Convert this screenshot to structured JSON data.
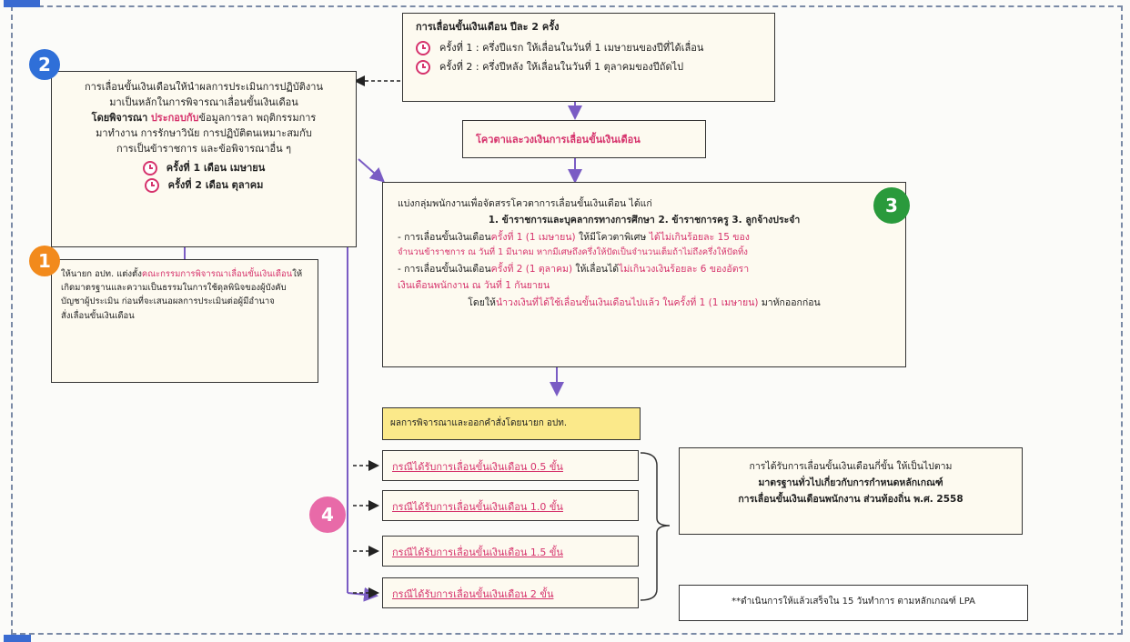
{
  "top_box": {
    "title": "การเลื่อนขั้นเงินเดือน ปีละ 2 ครั้ง",
    "line1": "ครั้งที่ 1 : ครึ่งปีแรก ให้เลื่อนในวันที่ 1 เมษายนของปีที่ได้เลื่อน",
    "line2": "ครั้งที่ 2 : ครึ่งปีหลัง ให้เลื่อนในวันที่ 1 ตุลาคมของปีถัดไป"
  },
  "quota_box": "โควตาและวงเงินการเลื่อนขั้นเงินเดือน",
  "box2": {
    "line1": "การเลื่อนขั้นเงินเดือนให้นำผลการประเมินการปฏิบัติงาน",
    "line2": "มาเป็นหลักในการพิจารณาเลื่อนขั้นเงินเดือน",
    "l3_bold": "โดยพิจารณา",
    "l3_red": "ประกอบกับ",
    "l3_rest": "ข้อมูลการลา พฤติกรรมการ",
    "line4": "มาทำงาน การรักษาวินัย การปฏิบัติตนเหมาะสมกับ",
    "line5": "การเป็นข้าราชการ และข้อพิจารณาอื่น ๆ",
    "round1": "ครั้งที่ 1 เดือน เมษายน",
    "round2": "ครั้งที่ 2 เดือน ตุลาคม"
  },
  "box1": {
    "p1": "ให้นายก อปท. แต่งตั้ง",
    "p1_red": "คณะกรรมการพิจารณาเลื่อนขั้นเงินเดือน",
    "p2": "ให้เกิดมาตรฐานและความเป็นธรรมในการใช้ดุลพินิจของผู้บังคับบัญชาผู้ประเมิน ก่อนที่จะเสนอผลการประเมินต่อผู้มีอำนาจ",
    "p3": "สั่งเลื่อนขั้นเงินเดือน"
  },
  "box3": {
    "intro": "แบ่งกลุ่มพนักงานเพื่อจัดสรรโควตาการเลื่อนขั้นเงินเดือน ได้แก่",
    "groups": "1. ข้าราชการและบุคลากรทางการศึกษา 2. ข้าราชการครู 3. ลูกจ้างประจำ",
    "r1_a": "- การเลื่อนขั้นเงินเดือน",
    "r1_red": "ครั้งที่ 1 (1 เมษายน)",
    "r1_b": " ให้มีโควตาพิเศษ ",
    "r1_red2": "ได้ไม่เกินร้อยละ 15 ของ",
    "r1_line2": "จำนวนข้าราชการ ณ วันที่ 1 มีนาคม หากมีเศษถึงครึ่งให้ปัดเป็นจำนวนเต็มถ้าไม่ถึงครึ่งให้ปัดทิ้ง",
    "r2_a": "- การเลื่อนขั้นเงินเดือน",
    "r2_red": "ครั้งที่ 2 (1 ตุลาคม)",
    "r2_b": " ให้เลื่อนได้",
    "r2_red2": "ไม่เกินวงเงินร้อยละ 6 ของอัตรา",
    "r2_line2": "เงินเดือนพนักงาน ณ วันที่ 1 กันยายน",
    "r3_a": "โดยให้",
    "r3_red": "นำวงเงินที่ได้ใช้เลื่อนขั้นเงินเดือนไปแล้ว ในครั้งที่ 1 (1 เมษายน)",
    "r3_b": " มาหักออกก่อน"
  },
  "result_box": "ผลการพิจารณาและออกคำสั่งโดยนายก อปท.",
  "levels": [
    "กรณีได้รับการเลื่อนขั้นเงินเดือน 0.5 ขั้น",
    "กรณีได้รับการเลื่อนขั้นเงินเดือน 1.0 ขั้น",
    "กรณีได้รับการเลื่อนขั้นเงินเดือน 1.5 ขั้น",
    "กรณีได้รับการเลื่อนขั้นเงินเดือน 2 ขั้น"
  ],
  "standard_box": {
    "line1": "การได้รับการเลื่อนขั้นเงินเดือนกี่ขั้น ให้เป็นไปตาม",
    "line2": "มาตรฐานทั่วไปเกี่ยวกับการกำหนดหลักเกณฑ์",
    "line3": "การเลื่อนขั้นเงินเดือนพนักงาน ส่วนท้องถิ่น พ.ศ. 2558"
  },
  "note_box": "**ดำเนินการให้แล้วเสร็จใน 15 วันทำการ ตามหลักเกณฑ์ LPA",
  "badges": {
    "b1": "1",
    "b2": "2",
    "b3": "3",
    "b4": "4"
  },
  "colors": {
    "blue": "#2f6fd8",
    "orange": "#f28a1c",
    "green": "#2a9a3c",
    "pink": "#e86aa8",
    "arrow": "#7a5cc4",
    "yellow": "#fbe98a"
  }
}
